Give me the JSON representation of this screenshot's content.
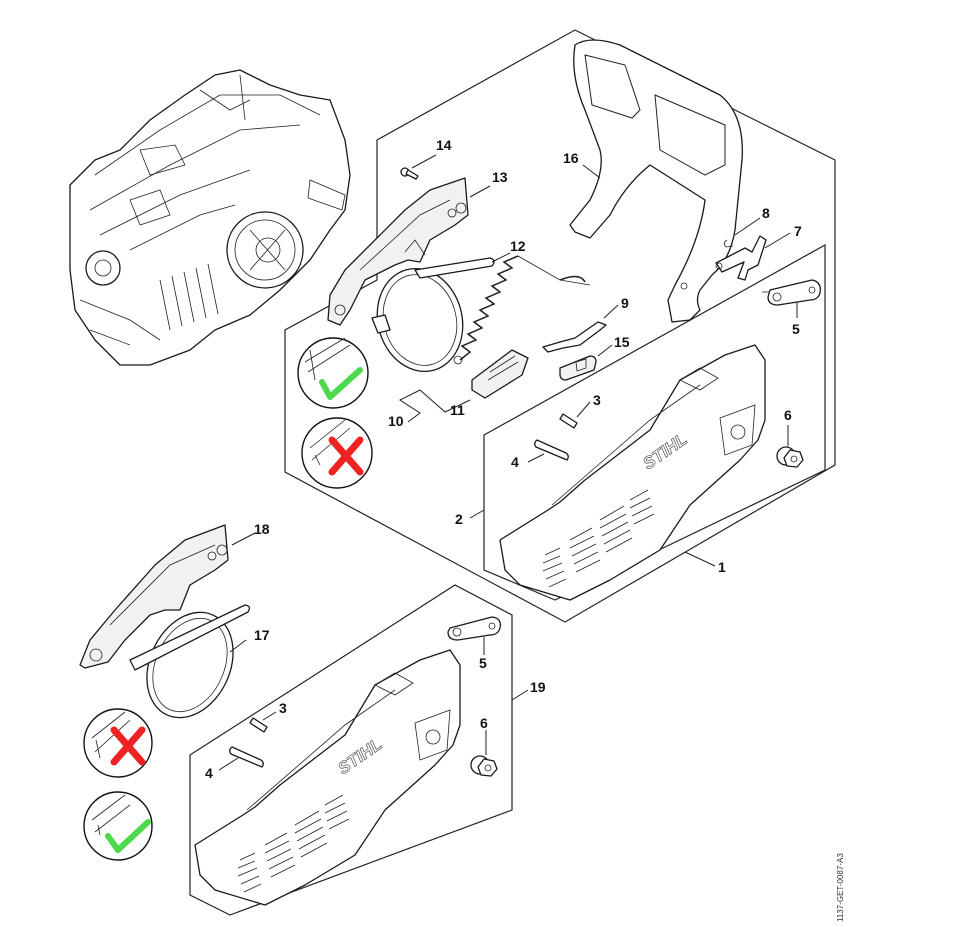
{
  "diagram": {
    "title": "Chain sprocket cover / hand guard exploded parts view",
    "brand_logo_text": "STIHL",
    "drawing_reference": "1137-GET-0087-A3",
    "callouts": [
      {
        "id": "c1",
        "label": "1"
      },
      {
        "id": "c2",
        "label": "2"
      },
      {
        "id": "c3a",
        "label": "3"
      },
      {
        "id": "c4a",
        "label": "4"
      },
      {
        "id": "c5a",
        "label": "5"
      },
      {
        "id": "c6a",
        "label": "6"
      },
      {
        "id": "c7",
        "label": "7"
      },
      {
        "id": "c8",
        "label": "8"
      },
      {
        "id": "c9",
        "label": "9"
      },
      {
        "id": "c10",
        "label": "10"
      },
      {
        "id": "c11",
        "label": "11"
      },
      {
        "id": "c12",
        "label": "12"
      },
      {
        "id": "c13",
        "label": "13"
      },
      {
        "id": "c14",
        "label": "14"
      },
      {
        "id": "c15",
        "label": "15"
      },
      {
        "id": "c16",
        "label": "16"
      },
      {
        "id": "c17",
        "label": "17"
      },
      {
        "id": "c18",
        "label": "18"
      },
      {
        "id": "c19",
        "label": "19"
      },
      {
        "id": "c3b",
        "label": "3"
      },
      {
        "id": "c4b",
        "label": "4"
      },
      {
        "id": "c5b",
        "label": "5"
      },
      {
        "id": "c6b",
        "label": "6"
      }
    ],
    "install_indicators": [
      {
        "group": "upper",
        "first": "correct",
        "second": "incorrect"
      },
      {
        "group": "lower",
        "first": "incorrect",
        "second": "correct"
      }
    ],
    "colors": {
      "correct_check": "#4cd94c",
      "incorrect_cross": "#ee2222",
      "line": "#1a1a1a"
    }
  }
}
